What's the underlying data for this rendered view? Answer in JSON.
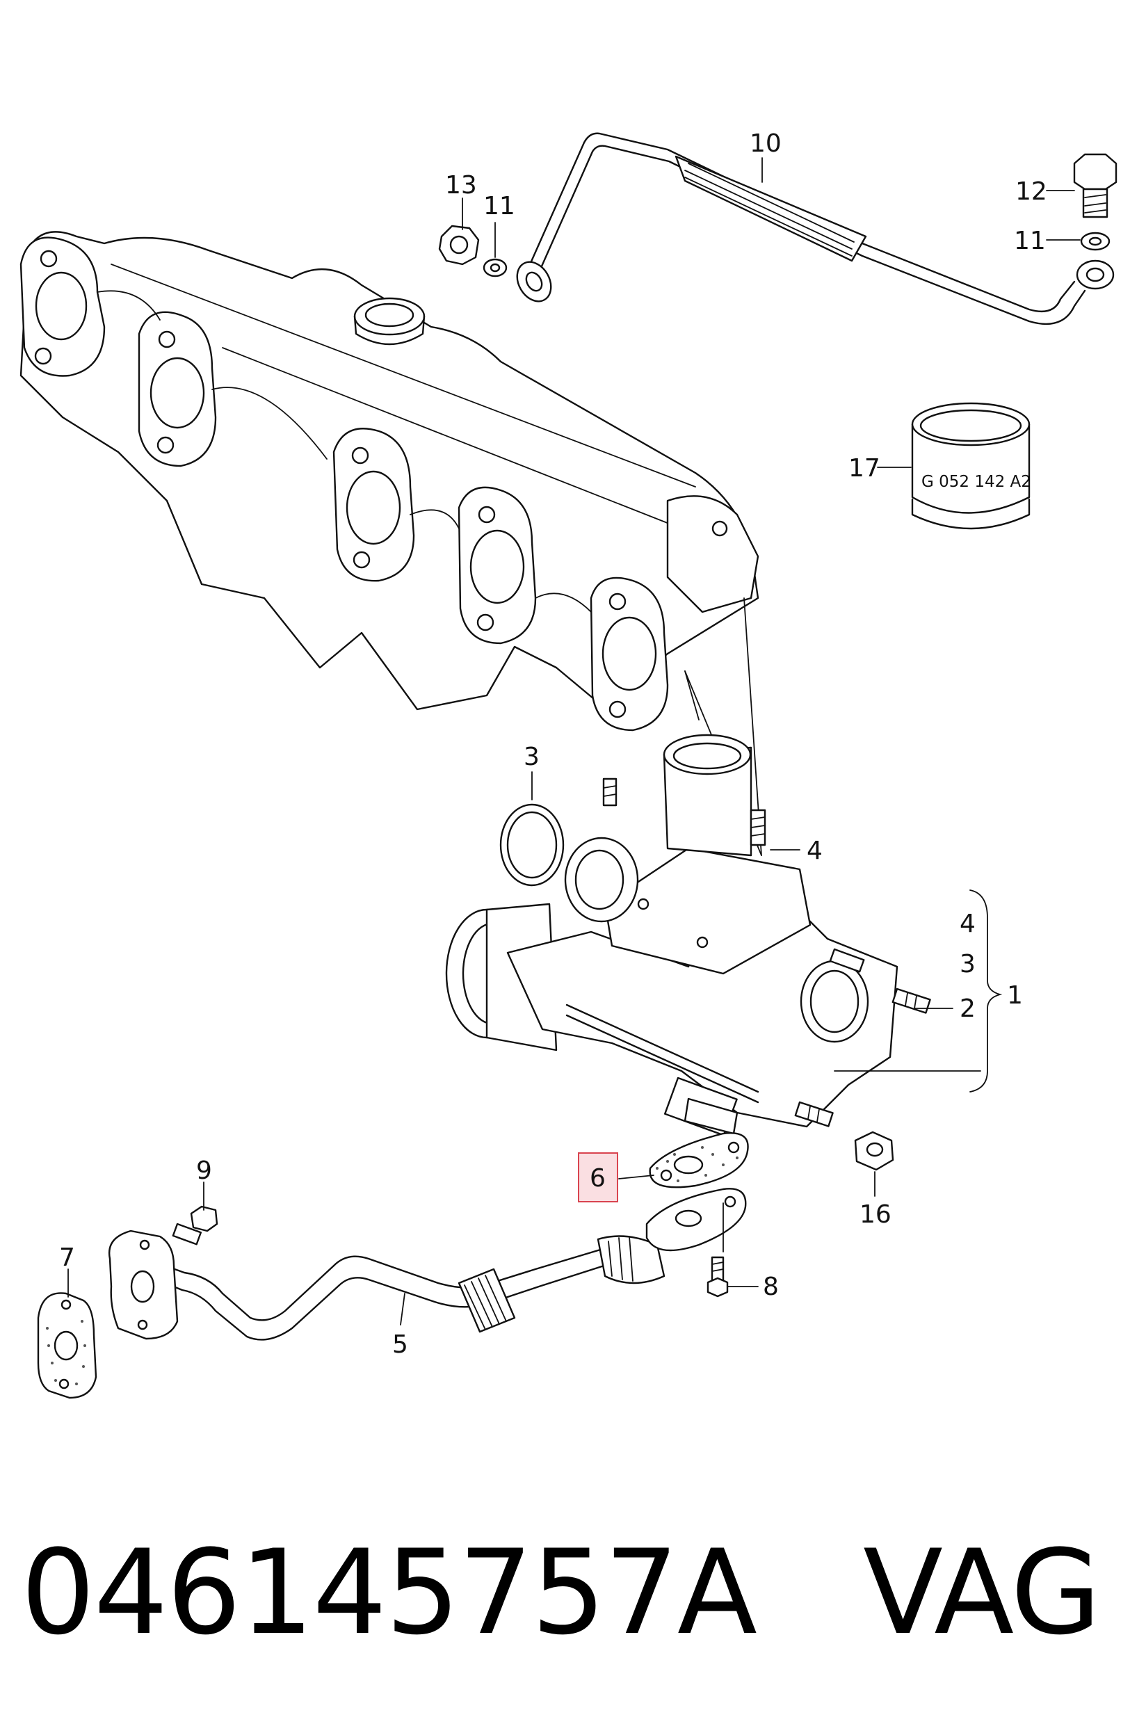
{
  "callouts": {
    "c1": "1",
    "c2": "2",
    "c3a": "3",
    "c3b": "3",
    "c4a": "4",
    "c4b": "4",
    "c5": "5",
    "c6": "6",
    "c7": "7",
    "c8": "8",
    "c9": "9",
    "c10": "10",
    "c11a": "11",
    "c11b": "11",
    "c12": "12",
    "c13": "13",
    "c16": "16",
    "c17": "17"
  },
  "sleeve_stamp": "G 052 142 A2",
  "highlighted_callout": "6",
  "highlight_color": "#fadfe2",
  "highlight_border": "#d9444f",
  "footer": {
    "part_number": "046145757A",
    "brand": "VAG",
    "text": "046145757A   VAG"
  }
}
